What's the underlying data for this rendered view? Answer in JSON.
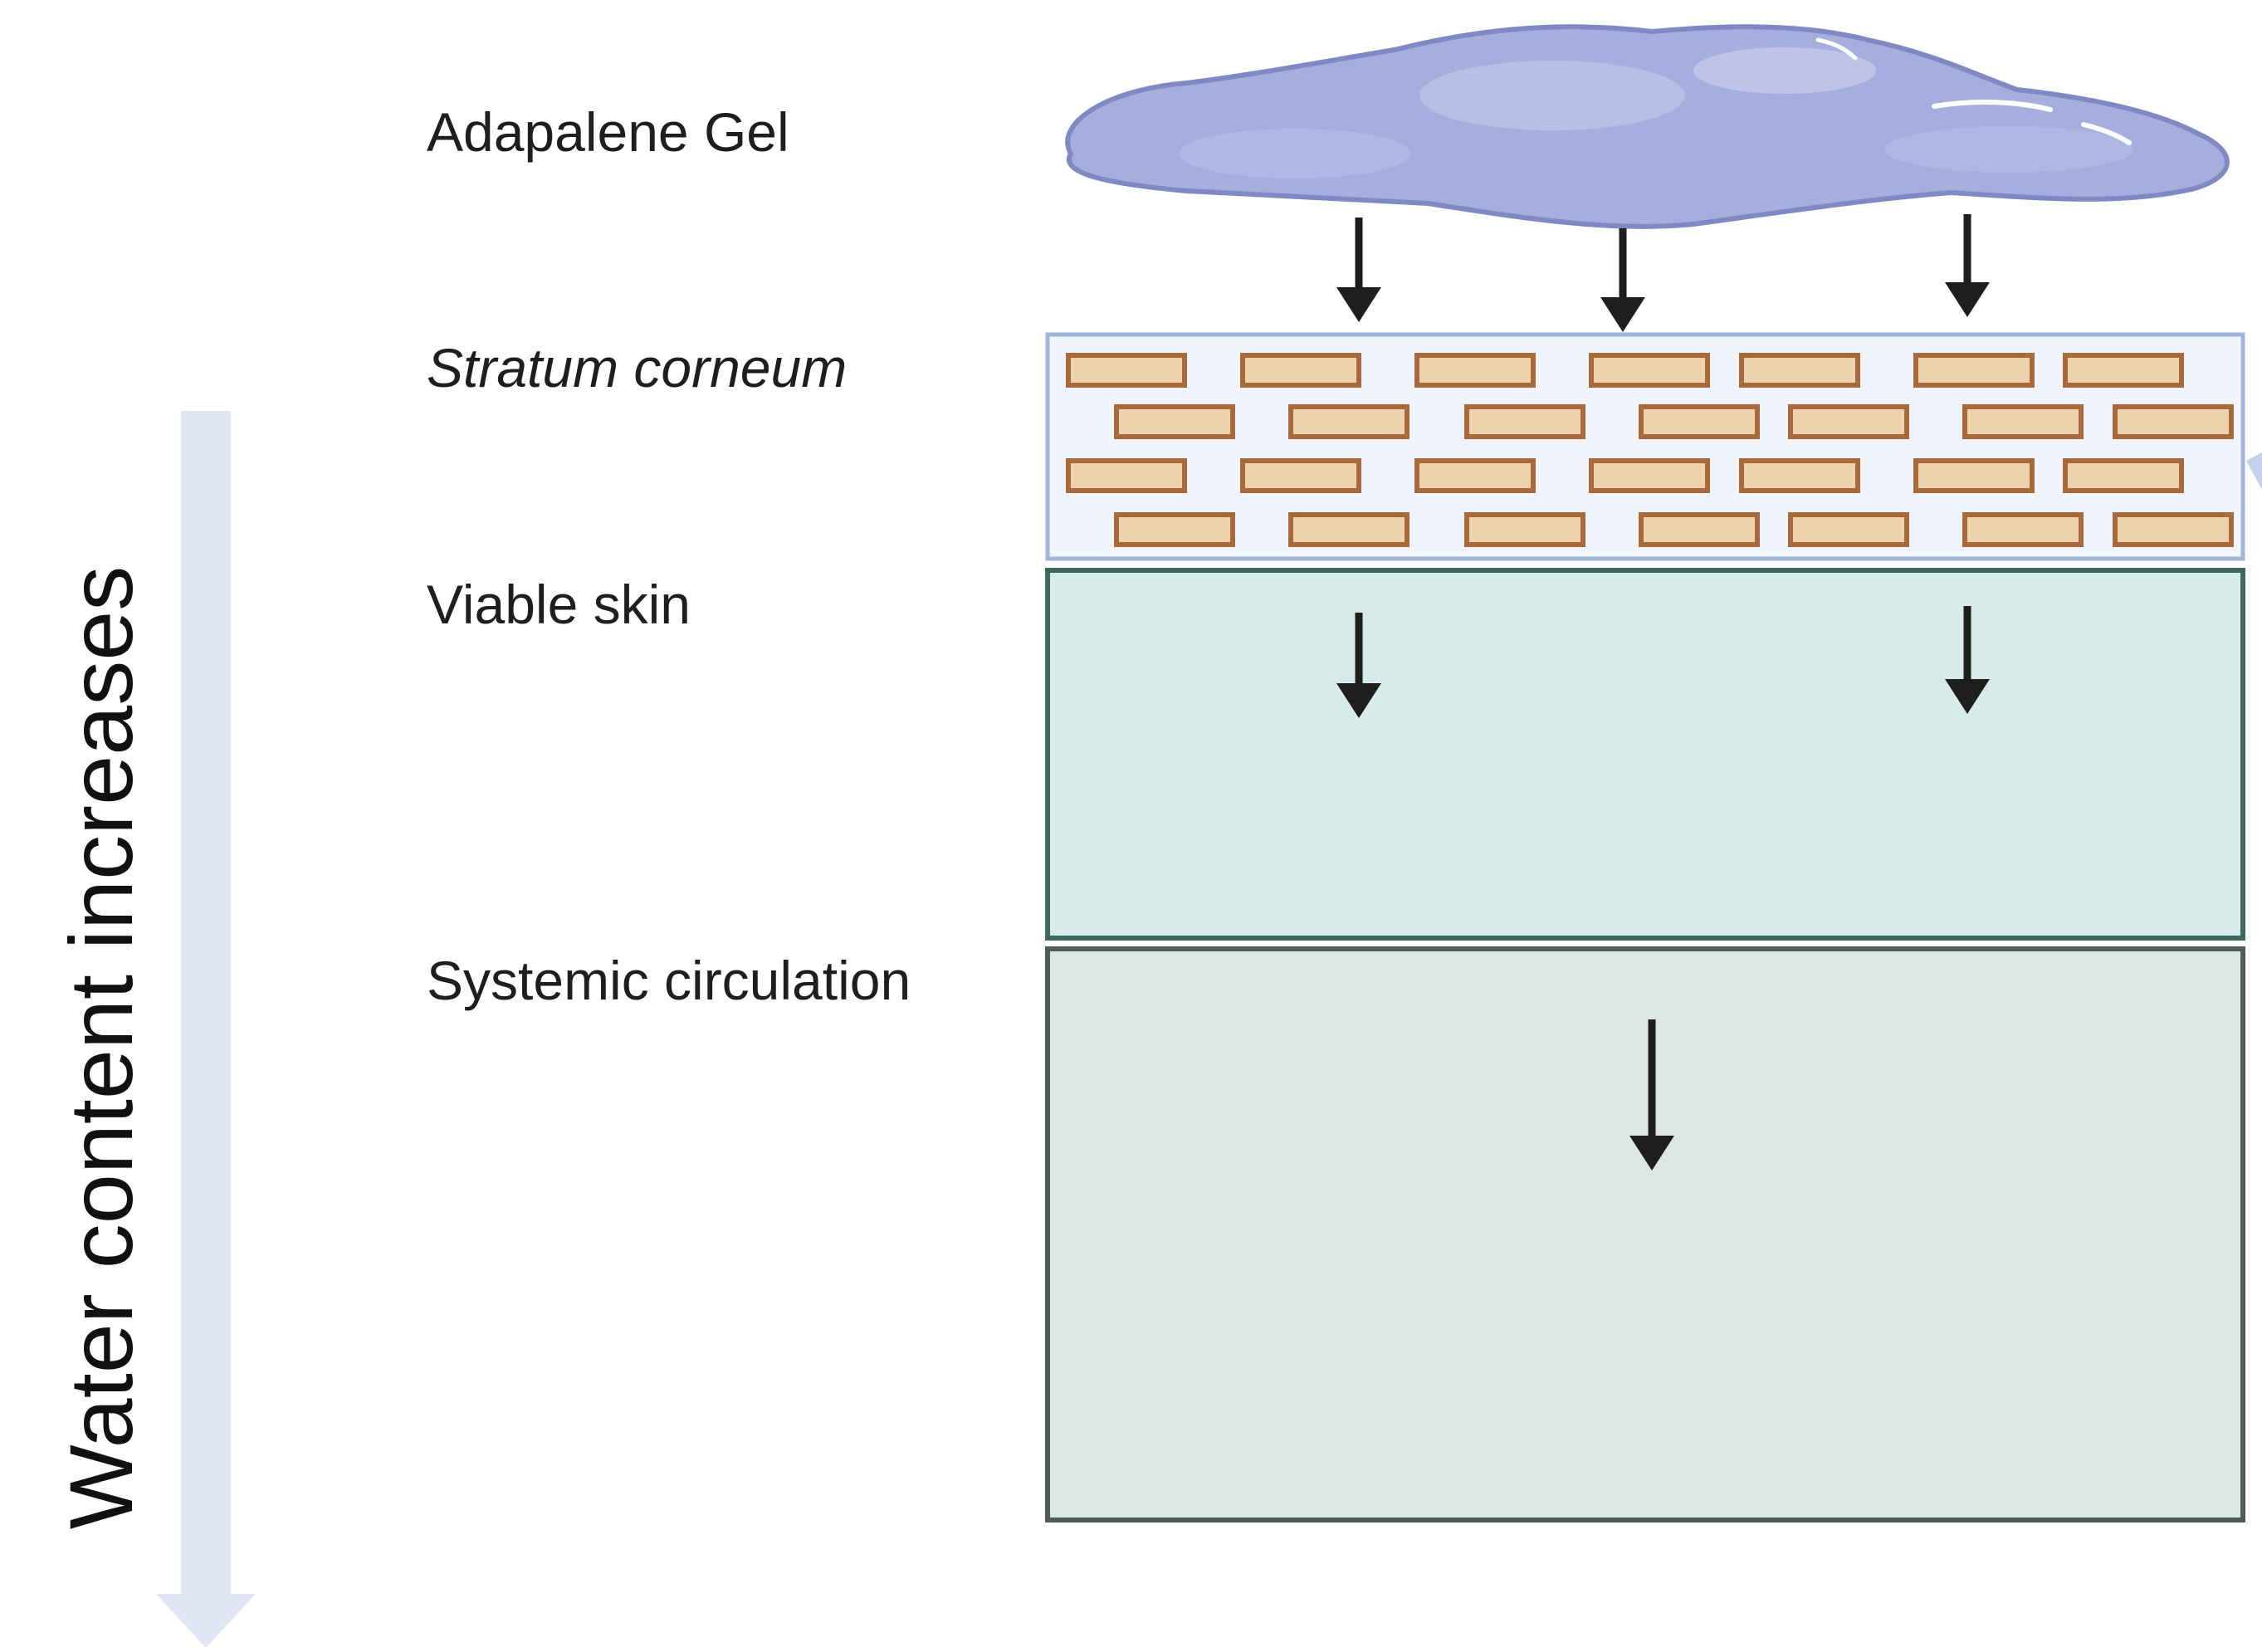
{
  "labels": {
    "gel": "Adapalene Gel",
    "stratum_corneum": "Stratum corneum",
    "viable_skin": "Viable skin",
    "systemic_circulation": "Systemic circulation"
  },
  "side_arrow": {
    "text": "Water content increases"
  },
  "colors": {
    "gel_fill": "#a5aedd",
    "gel_outline": "#7f8ac4",
    "stratum_fill": "#f1f5fb",
    "stratum_border": "#9fb5dc",
    "brick_fill": "#ecd3ad",
    "brick_border": "#a8693b",
    "viable_fill": "#d7ebea",
    "viable_border": "#3d6a5d",
    "systemic_fill": "#dde6e5",
    "systemic_border": "#4f5c59",
    "arrow": "#1e1e1e",
    "side_arrow": "#dfe5f2"
  }
}
